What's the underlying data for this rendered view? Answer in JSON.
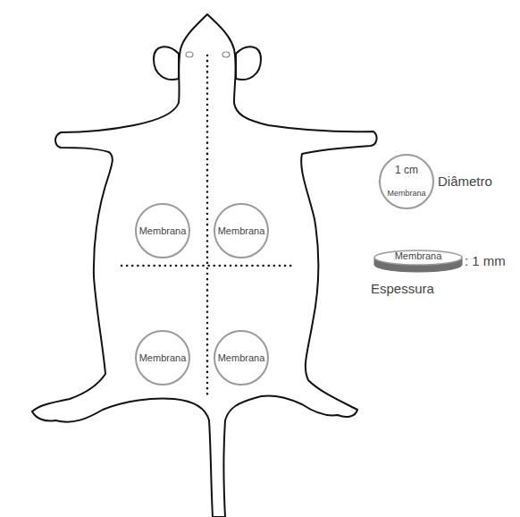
{
  "diagram": {
    "nodes": [
      {
        "text": [
          "Membrana"
        ]
      },
      {
        "text": [
          "Membrana"
        ]
      },
      {
        "text": [
          "Membrana"
        ]
      },
      {
        "text": [
          "Membrana"
        ]
      },
      {
        "text": [
          "1 cm",
          "Membrana"
        ]
      },
      {
        "text": [
          "Membrana"
        ]
      }
    ],
    "labels": [
      "Diâmetro",
      ": 1 mm",
      "Espessura"
    ]
  }
}
